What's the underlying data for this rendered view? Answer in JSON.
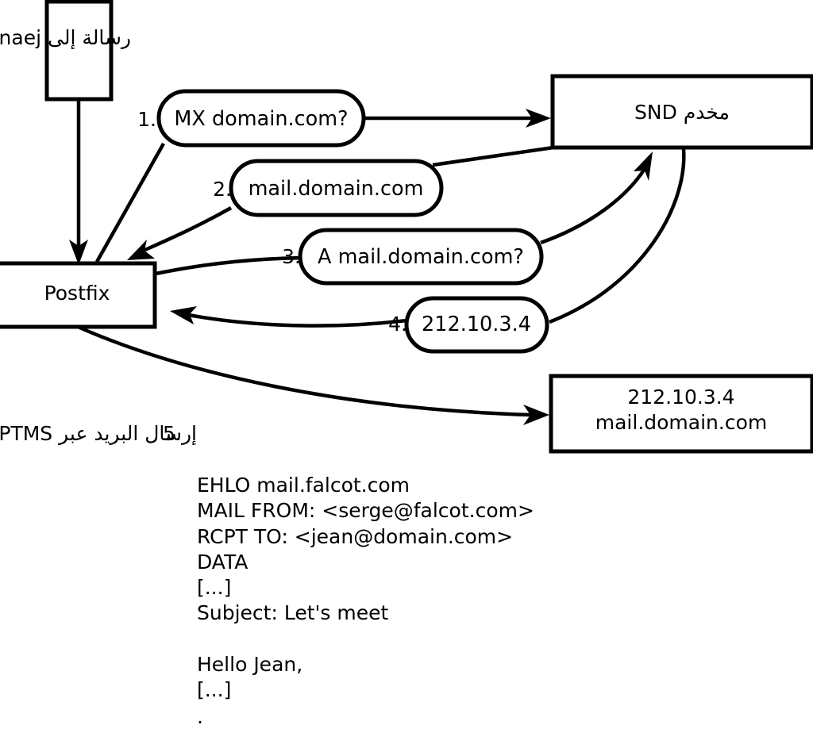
{
  "diagram": {
    "title_caption": "رسالة إلى jean@domain.com",
    "nodes": {
      "sender": {
        "label": ""
      },
      "postfix": {
        "label": "Postfix"
      },
      "dns_server": {
        "label": "مخدم DNS"
      },
      "mail_server": {
        "line1": "212.10.3.4",
        "line2": "mail.domain.com"
      }
    },
    "steps": [
      {
        "num": "1.",
        "label": "MX domain.com?"
      },
      {
        "num": "2.",
        "label": "mail.domain.com"
      },
      {
        "num": "3.",
        "label": "A mail.domain.com?"
      },
      {
        "num": "4.",
        "label": "212.10.3.4"
      }
    ],
    "step5": {
      "num": "5.",
      "label": "إرسال البريد عبر SMTP"
    },
    "transcript": [
      "EHLO mail.falcot.com",
      "MAIL FROM: <serge@falcot.com>",
      "RCPT TO: <jean@domain.com>",
      "DATA",
      "[...]",
      "Subject: Let's meet",
      "",
      "Hello Jean,",
      "[...]",
      "."
    ],
    "colors": {
      "stroke": "#000000",
      "fill": "#ffffff",
      "background": "#ffffff"
    }
  }
}
